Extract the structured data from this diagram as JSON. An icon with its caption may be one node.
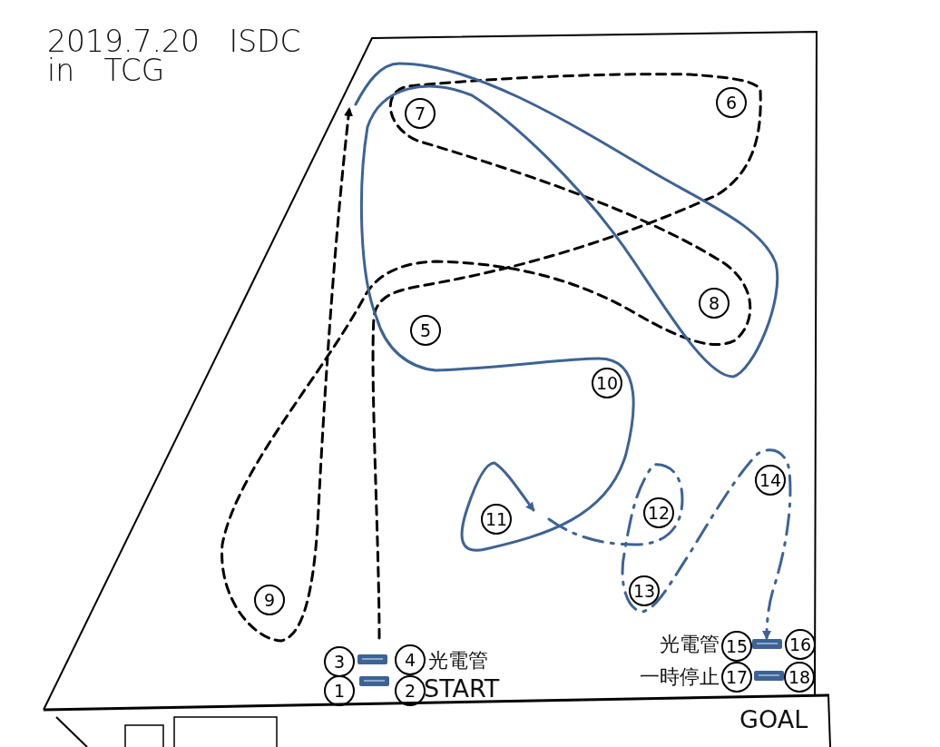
{
  "diagram": {
    "title": "2019.7.20 ISDC in TCG",
    "nodes": [
      {
        "text": [
          "1"
        ]
      },
      {
        "text": [
          "2"
        ]
      },
      {
        "text": [
          "3"
        ]
      },
      {
        "text": [
          "4"
        ]
      },
      {
        "text": [
          "5"
        ]
      },
      {
        "text": [
          "6"
        ]
      },
      {
        "text": [
          "7"
        ]
      },
      {
        "text": [
          "8"
        ]
      },
      {
        "text": [
          "9"
        ]
      },
      {
        "text": [
          "10"
        ]
      },
      {
        "text": [
          "11"
        ]
      },
      {
        "text": [
          "12"
        ]
      },
      {
        "text": [
          "13"
        ]
      },
      {
        "text": [
          "14"
        ]
      },
      {
        "text": [
          "15"
        ]
      },
      {
        "text": [
          "16"
        ]
      },
      {
        "text": [
          "17"
        ]
      },
      {
        "text": [
          "18"
        ]
      },
      {
        "text": [],
        "shape": "bar"
      },
      {
        "text": [],
        "shape": "bar"
      },
      {
        "text": [],
        "shape": "bar"
      },
      {
        "text": [],
        "shape": "bar"
      }
    ],
    "labels": [
      "光電管",
      "START",
      "光電管",
      "一時停止",
      "GOAL"
    ]
  }
}
